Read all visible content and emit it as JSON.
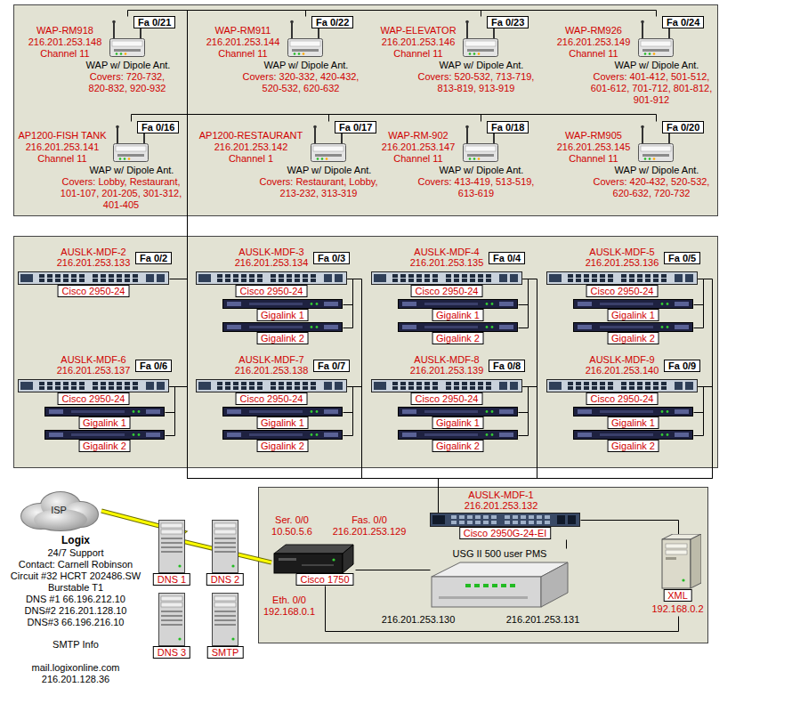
{
  "diagram": {
    "nodes": [
      {
        "text": [
          "WAP-RM918",
          "216.201.253.148",
          "Channel 11",
          "WAP w/ Dipole Ant.",
          "Covers: 720-732, 820-832, 920-932"
        ]
      },
      {
        "text": [
          "Fa 0/21"
        ],
        "in": 0
      },
      {
        "text": [
          "WAP-RM911",
          "216.201.253.144",
          "Channel 11",
          "WAP w/ Dipole Ant.",
          "Covers: 320-332, 420-432, 520-532, 620-632"
        ]
      },
      {
        "text": [
          "Fa 0/22"
        ],
        "in": 2
      },
      {
        "text": [
          "WAP-ELEVATOR",
          "216.201.253.146",
          "Channel 11",
          "WAP w/ Dipole Ant.",
          "Covers: 520-532, 713-719, 813-819, 913-919"
        ]
      },
      {
        "text": [
          "Fa 0/23"
        ],
        "in": 4
      },
      {
        "text": [
          "WAP-RM926",
          "216.201.253.149",
          "Channel 11",
          "WAP w/ Dipole Ant.",
          "Covers: 401-412, 501-512, 601-612, 701-712, 801-812, 901-912"
        ]
      },
      {
        "text": [
          "Fa 0/24"
        ],
        "in": 6
      },
      {
        "text": [
          "AP1200-FISH TANK",
          "216.201.253.141",
          "Channel 11",
          "WAP w/ Dipole Ant.",
          "Covers: Lobby, Restaurant, 101-107, 201-205, 301-312, 401-405"
        ]
      },
      {
        "text": [
          "Fa 0/16"
        ],
        "in": 8
      },
      {
        "text": [
          "AP1200-RESTAURANT",
          "216.201.253.142",
          "Channel 1",
          "WAP w/ Dipole Ant.",
          "Covers: Restaurant, Lobby, 213-232, 313-319"
        ]
      },
      {
        "text": [
          "Fa 0/17"
        ],
        "in": 10
      },
      {
        "text": [
          "WAP-RM-902",
          "216.201.253.147",
          "Channel 11",
          "WAP w/ Dipole Ant.",
          "Covers: 413-419, 513-519, 613-619"
        ]
      },
      {
        "text": [
          "Fa 0/18"
        ],
        "in": 12
      },
      {
        "text": [
          "WAP-RM905",
          "216.201.253.145",
          "Channel 11",
          "WAP w/ Dipole Ant.",
          "Covers: 420-432, 520-532, 620-632, 720-732"
        ]
      },
      {
        "text": [
          "Fa 0/20"
        ],
        "in": 14
      },
      {
        "text": [
          "AUSLK-MDF-2",
          "216.201.253.133"
        ]
      },
      {
        "text": [
          "Fa 0/2"
        ],
        "in": 16
      },
      {
        "text": [
          "Cisco 2950-24"
        ],
        "in": 16
      },
      {
        "text": [
          "AUSLK-MDF-3",
          "216.201.253.134"
        ]
      },
      {
        "text": [
          "Fa 0/3"
        ],
        "in": 19
      },
      {
        "text": [
          "Cisco 2950-24"
        ],
        "in": 19
      },
      {
        "text": [
          "Gigalink 1"
        ],
        "in": 19
      },
      {
        "text": [
          "Gigalink 2"
        ],
        "in": 19
      },
      {
        "text": [
          "AUSLK-MDF-4",
          "216.201.253.135"
        ]
      },
      {
        "text": [
          "Fa 0/4"
        ],
        "in": 24
      },
      {
        "text": [
          "Cisco 2950-24"
        ],
        "in": 24
      },
      {
        "text": [
          "Gigalink 1"
        ],
        "in": 24
      },
      {
        "text": [
          "Gigalink 2"
        ],
        "in": 24
      },
      {
        "text": [
          "AUSLK-MDF-5",
          "216.201.253.136"
        ]
      },
      {
        "text": [
          "Fa 0/5"
        ],
        "in": 29
      },
      {
        "text": [
          "Cisco 2950-24"
        ],
        "in": 29
      },
      {
        "text": [
          "Gigalink 1"
        ],
        "in": 29
      },
      {
        "text": [
          "Gigalink 2"
        ],
        "in": 29
      },
      {
        "text": [
          "AUSLK-MDF-6",
          "216.201.253.137"
        ]
      },
      {
        "text": [
          "Fa 0/6"
        ],
        "in": 34
      },
      {
        "text": [
          "Cisco 2950-24"
        ],
        "in": 34
      },
      {
        "text": [
          "Gigalink 1"
        ],
        "in": 34
      },
      {
        "text": [
          "Gigalink 2"
        ],
        "in": 34
      },
      {
        "text": [
          "AUSLK-MDF-7",
          "216.201.253.138"
        ]
      },
      {
        "text": [
          "Fa 0/7"
        ],
        "in": 39
      },
      {
        "text": [
          "Cisco 2950-24"
        ],
        "in": 39
      },
      {
        "text": [
          "Gigalink 1"
        ],
        "in": 39
      },
      {
        "text": [
          "Gigalink 2"
        ],
        "in": 39
      },
      {
        "text": [
          "AUSLK-MDF-8",
          "216.201.253.139"
        ]
      },
      {
        "text": [
          "Fa 0/8"
        ],
        "in": 44
      },
      {
        "text": [
          "Cisco 2950-24"
        ],
        "in": 44
      },
      {
        "text": [
          "Gigalink 1"
        ],
        "in": 44
      },
      {
        "text": [
          "Gigalink 2"
        ],
        "in": 44
      },
      {
        "text": [
          "AUSLK-MDF-9",
          "216.201.253.140"
        ]
      },
      {
        "text": [
          "Fa 0/9"
        ],
        "in": 49
      },
      {
        "text": [
          "Cisco 2950-24"
        ],
        "in": 49
      },
      {
        "text": [
          "Gigalink 1"
        ],
        "in": 49
      },
      {
        "text": [
          "Gigalink 2"
        ],
        "in": 49
      },
      {
        "text": [
          "ISP"
        ]
      },
      {
        "text": [
          "DNS 1"
        ]
      },
      {
        "text": [
          "DNS 2"
        ]
      },
      {
        "text": [
          "DNS 3"
        ]
      },
      {
        "text": [
          "SMTP"
        ]
      },
      {
        "text": [
          "Cisco 1750"
        ]
      },
      {
        "text": [
          "AUSLK-MDF-1",
          "216.201.253.132"
        ]
      },
      {
        "text": [
          "Cisco 2950G-24-EI"
        ],
        "in": 60
      },
      {
        "text": [
          "USG II 500 user PMS"
        ]
      },
      {
        "text": [
          "XML",
          "192.168.0.2"
        ]
      }
    ],
    "edges": [
      {
        "from": 0,
        "to": 61,
        "arrow": "none"
      },
      {
        "from": 2,
        "to": 61,
        "arrow": "none"
      },
      {
        "from": 4,
        "to": 61,
        "arrow": "none"
      },
      {
        "from": 6,
        "to": 61,
        "arrow": "none"
      },
      {
        "from": 8,
        "to": 61,
        "arrow": "none"
      },
      {
        "from": 10,
        "to": 61,
        "arrow": "none"
      },
      {
        "from": 12,
        "to": 61,
        "arrow": "none"
      },
      {
        "from": 14,
        "to": 61,
        "arrow": "none"
      },
      {
        "from": 21,
        "to": 22,
        "arrow": "none"
      },
      {
        "from": 21,
        "to": 23,
        "arrow": "none"
      },
      {
        "from": 26,
        "to": 27,
        "arrow": "none"
      },
      {
        "from": 26,
        "to": 28,
        "arrow": "none"
      },
      {
        "from": 31,
        "to": 32,
        "arrow": "none"
      },
      {
        "from": 31,
        "to": 33,
        "arrow": "none"
      },
      {
        "from": 36,
        "to": 37,
        "arrow": "none"
      },
      {
        "from": 36,
        "to": 38,
        "arrow": "none"
      },
      {
        "from": 41,
        "to": 42,
        "arrow": "none"
      },
      {
        "from": 41,
        "to": 43,
        "arrow": "none"
      },
      {
        "from": 46,
        "to": 47,
        "arrow": "none"
      },
      {
        "from": 46,
        "to": 48,
        "arrow": "none"
      },
      {
        "from": 51,
        "to": 52,
        "arrow": "none"
      },
      {
        "from": 51,
        "to": 53,
        "arrow": "none"
      },
      {
        "from": 18,
        "to": 61,
        "arrow": "none"
      },
      {
        "from": 21,
        "to": 61,
        "arrow": "none"
      },
      {
        "from": 26,
        "to": 61,
        "arrow": "none"
      },
      {
        "from": 31,
        "to": 61,
        "arrow": "none"
      },
      {
        "from": 36,
        "to": 61,
        "arrow": "none"
      },
      {
        "from": 41,
        "to": 61,
        "arrow": "none"
      },
      {
        "from": 46,
        "to": 61,
        "arrow": "none"
      },
      {
        "from": 51,
        "to": 61,
        "arrow": "none"
      },
      {
        "from": 54,
        "to": 59,
        "arrow": "none"
      },
      {
        "from": 59,
        "to": 62,
        "arrow": "none"
      },
      {
        "from": 62,
        "to": 61,
        "arrow": "none"
      },
      {
        "from": 61,
        "to": 63,
        "arrow": "none"
      },
      {
        "from": 59,
        "to": 63,
        "arrow": "none"
      }
    ],
    "labels": [
      "Logix",
      "24/7 Support",
      "Contact: Carnell Robinson",
      "Circuit #32 HCRT 202486.SW",
      "Burstable T1",
      "DNS #1 66.196.212.10",
      "DNS#2 216.201.128.10",
      "DNS#3 66.196.216.10",
      "SMTP Info",
      "mail.logixonline.com",
      "216.201.128.36",
      "Ser. 0/0",
      "10.50.5.6",
      "Fas. 0/0",
      "216.201.253.129",
      "Eth. 0/0",
      "192.168.0.1",
      "216.201.253.130",
      "216.201.253.131"
    ]
  }
}
